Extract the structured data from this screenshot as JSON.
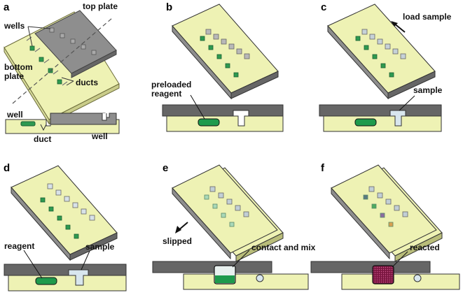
{
  "panels": [
    {
      "letter": "a",
      "labels": {
        "top_plate": "top plate",
        "wells": "wells",
        "bottom_plate": "bottom\nplate",
        "ducts": "ducts",
        "well_left": "well",
        "duct": "duct",
        "well_right": "well"
      }
    },
    {
      "letter": "b",
      "labels": {
        "preloaded_reagent": "preloaded\nreagent"
      }
    },
    {
      "letter": "c",
      "labels": {
        "load_sample": "load sample",
        "sample": "sample"
      }
    },
    {
      "letter": "d",
      "labels": {
        "reagent": "reagent",
        "sample": "sample"
      }
    },
    {
      "letter": "e",
      "labels": {
        "slipped": "slipped",
        "contact_and_mix": "contact and mix"
      }
    },
    {
      "letter": "f",
      "labels": {
        "reacted": "reacted"
      }
    }
  ],
  "colors": {
    "bottom_plate": "#eef2b4",
    "top_plate": "#8e8e8e",
    "dark_plate": "#5e5e5e",
    "reagent": "#1e9a4c",
    "sample": "#d8e6ee",
    "reacted": "#8b1a4a",
    "outline": "#222222"
  }
}
